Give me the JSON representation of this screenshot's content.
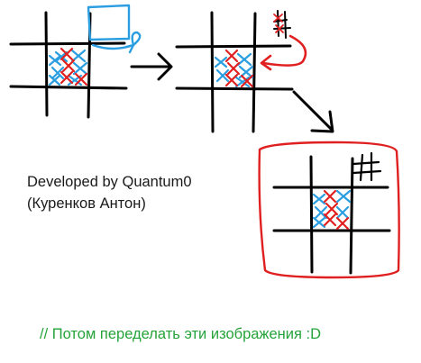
{
  "credits": {
    "line1": "Developed by Quantum0",
    "line2": "(Куренков Антон)"
  },
  "comment": "// Потом переделать эти изображения :D",
  "colors": {
    "ink": "#000000",
    "blue_marks": "#2a9ee0",
    "red_marks": "#e02020",
    "frame": "#e02020",
    "comment": "#25a33a"
  },
  "icons": [
    "blue-square-icon",
    "arrow-right-icon",
    "red-curved-arrow-icon",
    "hash-mark-icon",
    "diagonal-arrow-icon",
    "red-frame-icon"
  ]
}
